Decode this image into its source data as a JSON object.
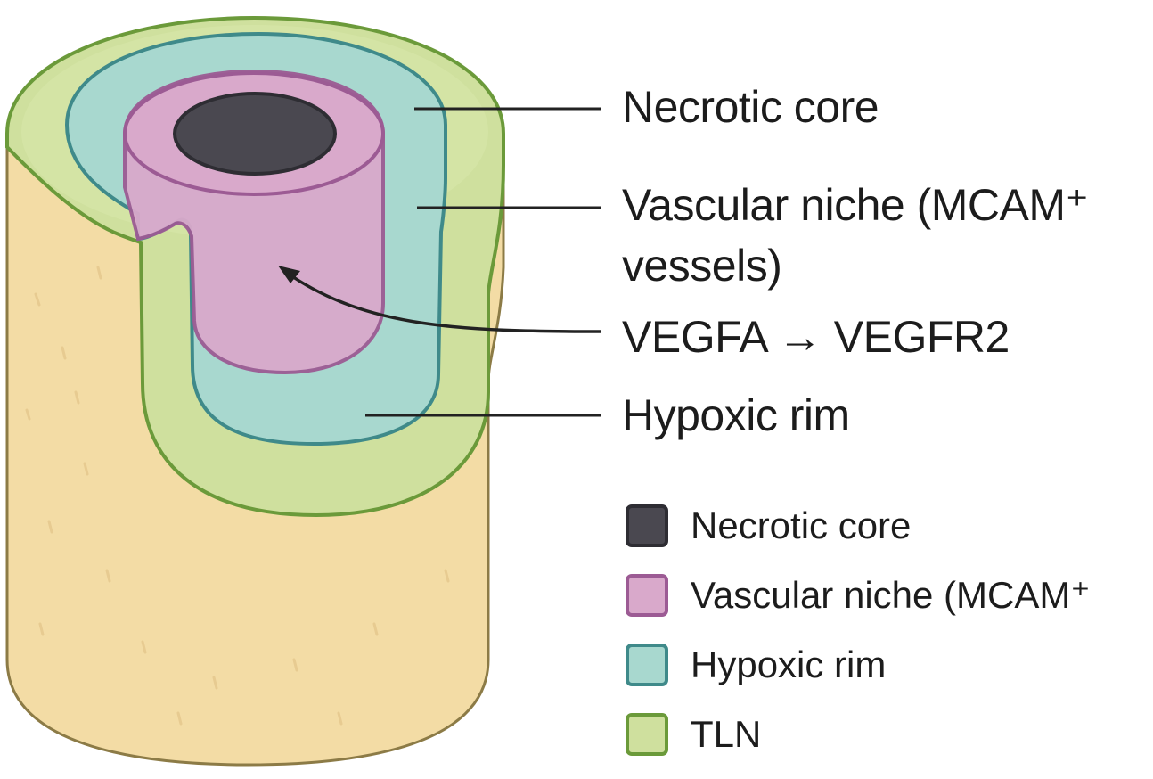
{
  "callouts": {
    "necrotic_core": "Necrotic core",
    "vascular_niche_line1": "Vascular niche (MCAM⁺",
    "vascular_niche_line2": "vessels)",
    "signaling": "VEGFA → VEGFR2",
    "hypoxic_rim": "Hypoxic rim"
  },
  "legend": {
    "items": [
      {
        "label": "Necrotic core",
        "fill": "#4a4850",
        "border": "#2e2d33"
      },
      {
        "label": "Vascular niche (MCAM⁺",
        "fill": "#d9a9cb",
        "border": "#9c5b94"
      },
      {
        "label": "Hypoxic rim",
        "fill": "#a8d8cf",
        "border": "#3f8a8a"
      },
      {
        "label": "TLN",
        "fill": "#cfe09e",
        "border": "#6b9a3a"
      }
    ]
  },
  "colors": {
    "tissue": "#f3dca5",
    "tln": "#cfe09e",
    "hypoxic": "#a8d8cf",
    "vascular": "#d9a9cb",
    "necrotic": "#4a4850"
  }
}
